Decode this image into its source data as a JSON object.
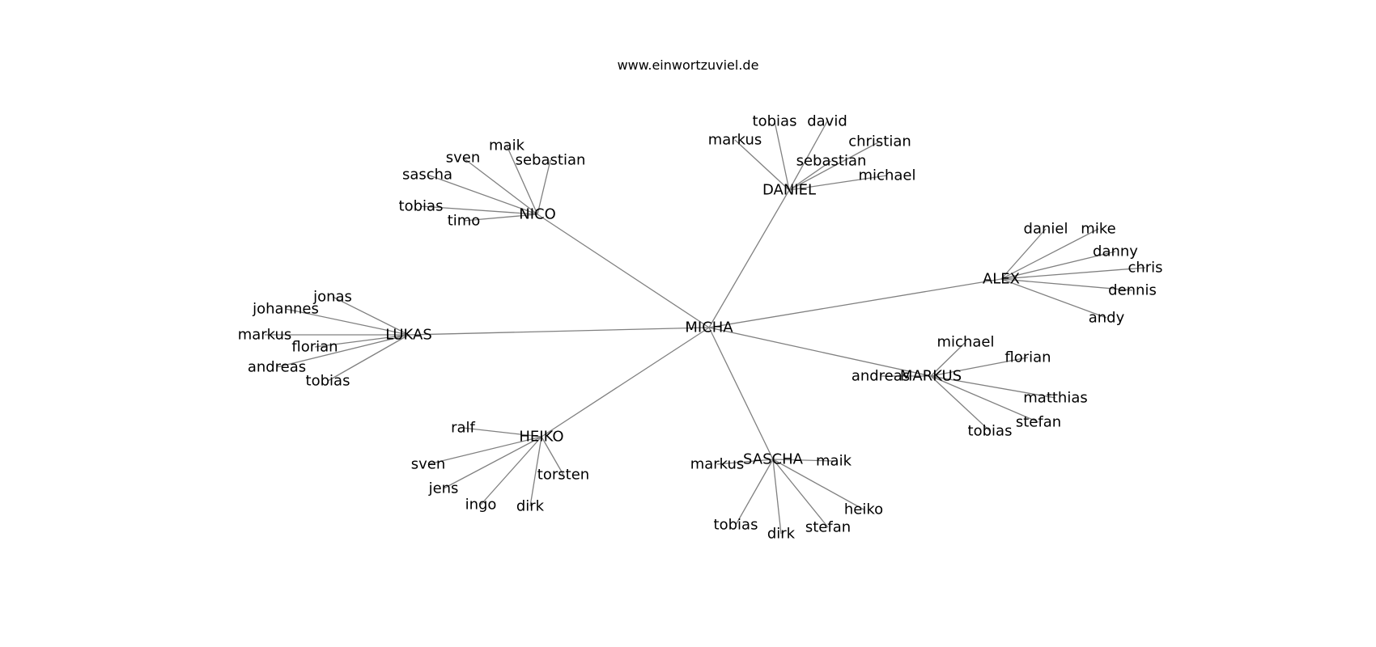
{
  "title": "www.einwortzuviel.de",
  "root": "MICHA",
  "clusters": [
    {
      "hub": "NICO",
      "leaves": [
        "maik",
        "sven",
        "sebastian",
        "sascha",
        "tobias",
        "timo"
      ]
    },
    {
      "hub": "DANIEL",
      "leaves": [
        "tobias",
        "david",
        "markus",
        "christian",
        "sebastian",
        "michael"
      ]
    },
    {
      "hub": "ALEX",
      "leaves": [
        "daniel",
        "mike",
        "danny",
        "chris",
        "dennis",
        "andy"
      ]
    },
    {
      "hub": "LUKAS",
      "leaves": [
        "jonas",
        "johannes",
        "markus",
        "florian",
        "andreas",
        "tobias"
      ]
    },
    {
      "hub": "MARKUS",
      "leaves": [
        "michael",
        "florian",
        "andreas",
        "matthias",
        "stefan",
        "tobias"
      ]
    },
    {
      "hub": "HEIKO",
      "leaves": [
        "ralf",
        "sven",
        "jens",
        "ingo",
        "dirk",
        "torsten"
      ]
    },
    {
      "hub": "SASCHA",
      "leaves": [
        "markus",
        "maik",
        "heiko",
        "tobias",
        "dirk",
        "stefan"
      ]
    }
  ]
}
